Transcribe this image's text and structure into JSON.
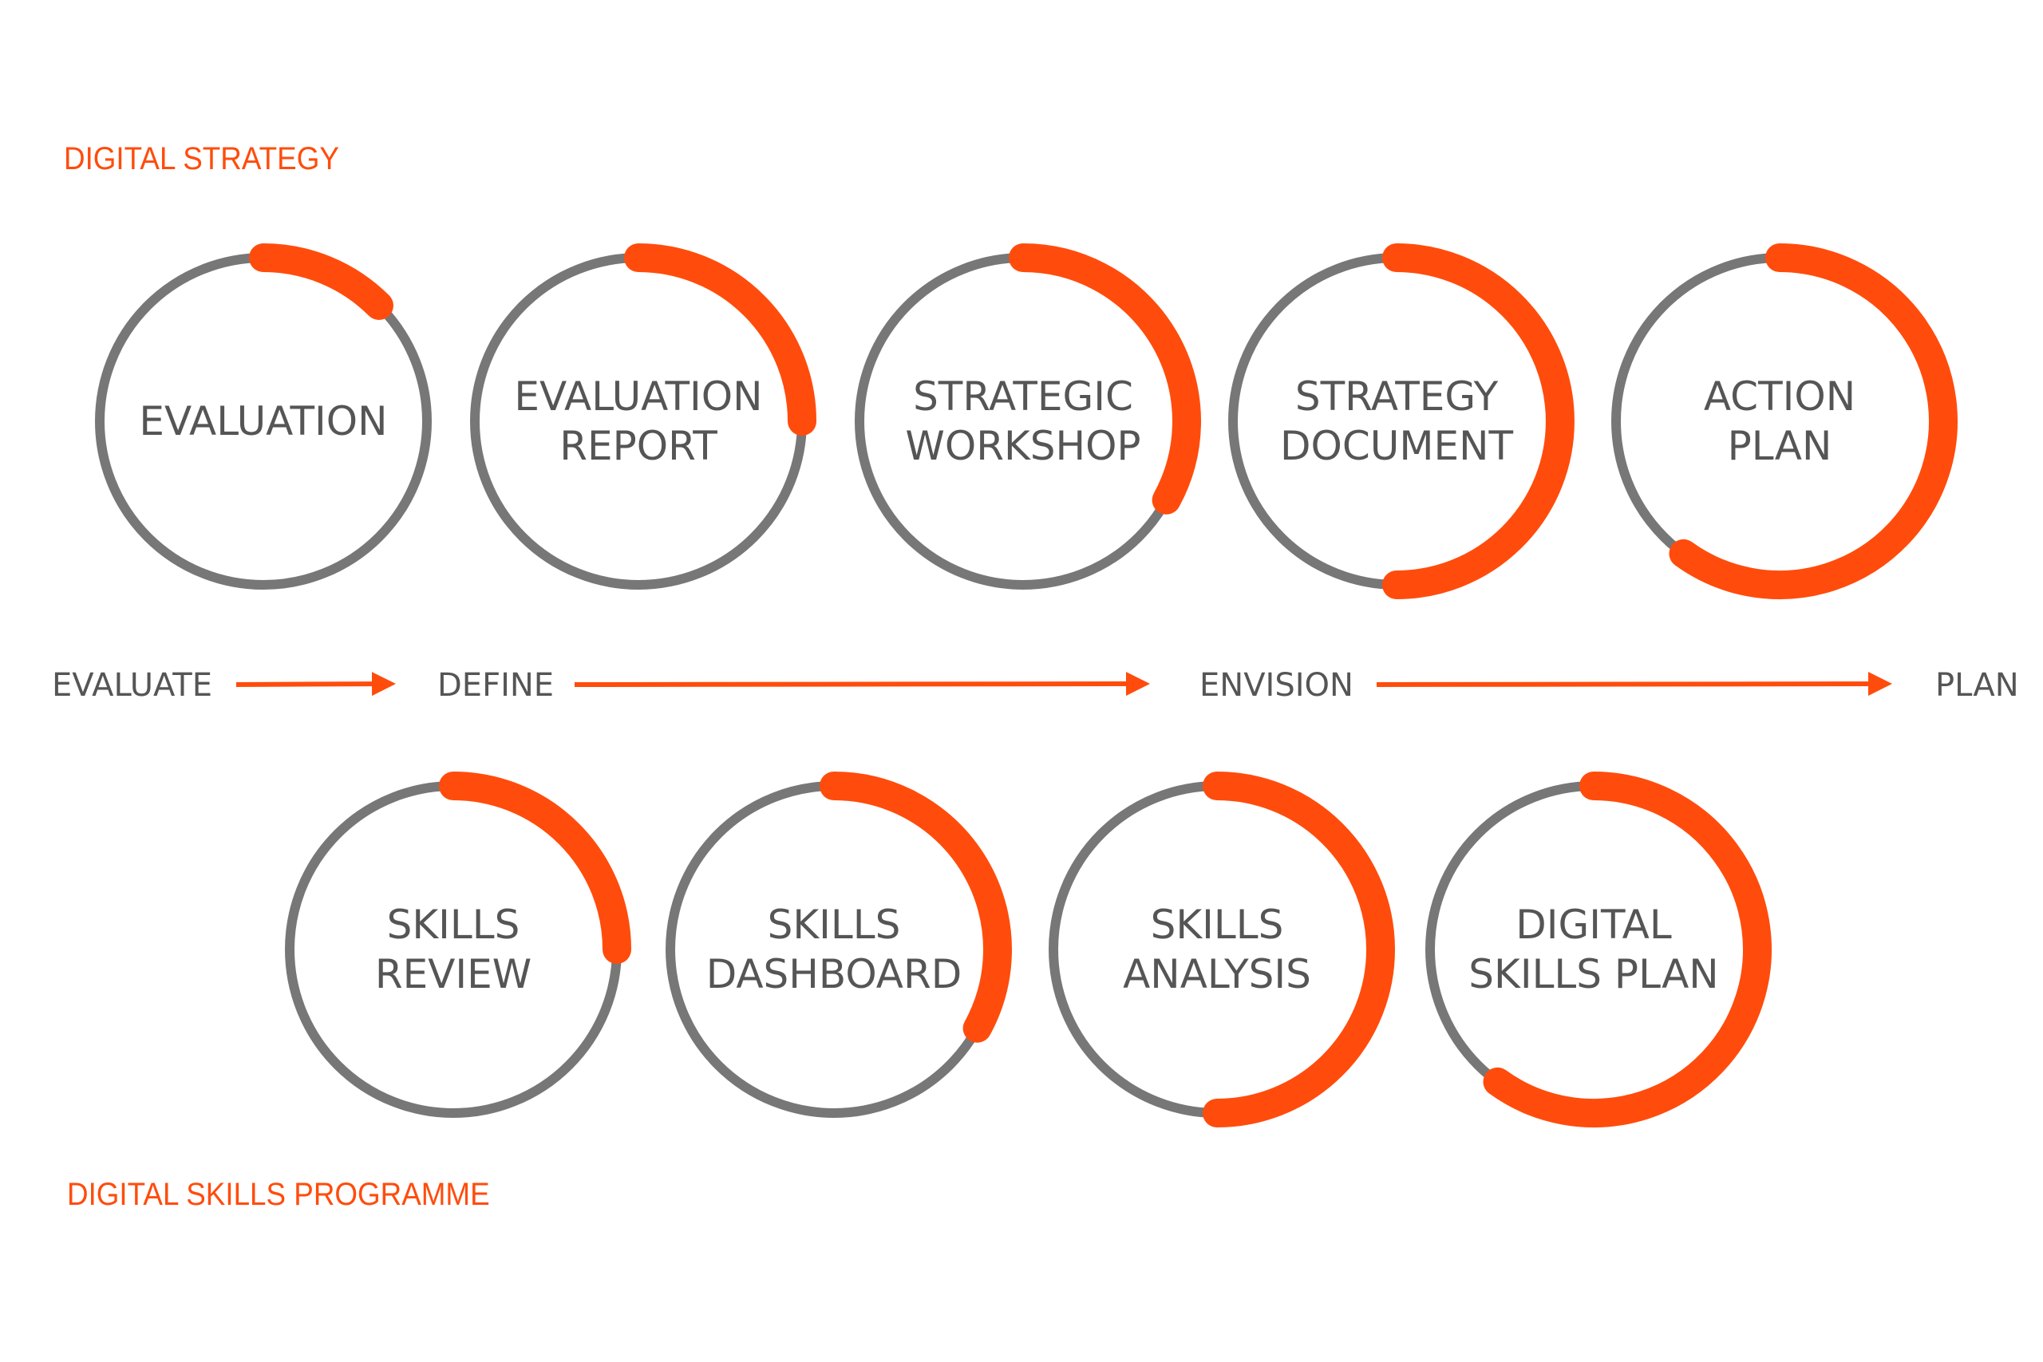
{
  "colors": {
    "accent": "#ff4c0c",
    "ring_gray": "#777777",
    "text_gray": "#555555"
  },
  "sections": {
    "top_label": "DIGITAL STRATEGY",
    "bottom_label": "DIGITAL SKILLS PROGRAMME"
  },
  "top_row": [
    {
      "lines": [
        "EVALUATION"
      ],
      "progress": 0.125
    },
    {
      "lines": [
        "EVALUATION",
        "REPORT"
      ],
      "progress": 0.25
    },
    {
      "lines": [
        "STRATEGIC",
        "WORKSHOP"
      ],
      "progress": 0.33
    },
    {
      "lines": [
        "STRATEGY",
        "DOCUMENT"
      ],
      "progress": 0.5
    },
    {
      "lines": [
        "ACTION",
        "PLAN"
      ],
      "progress": 0.6
    }
  ],
  "bottom_row": [
    {
      "lines": [
        "SKILLS",
        "REVIEW"
      ],
      "progress": 0.25
    },
    {
      "lines": [
        "SKILLS",
        "DASHBOARD"
      ],
      "progress": 0.33
    },
    {
      "lines": [
        "SKILLS",
        "ANALYSIS"
      ],
      "progress": 0.5
    },
    {
      "lines": [
        "DIGITAL",
        "SKILLS PLAN"
      ],
      "progress": 0.6
    }
  ],
  "stages": [
    "EVALUATE",
    "DEFINE",
    "ENVISION",
    "PLAN"
  ]
}
